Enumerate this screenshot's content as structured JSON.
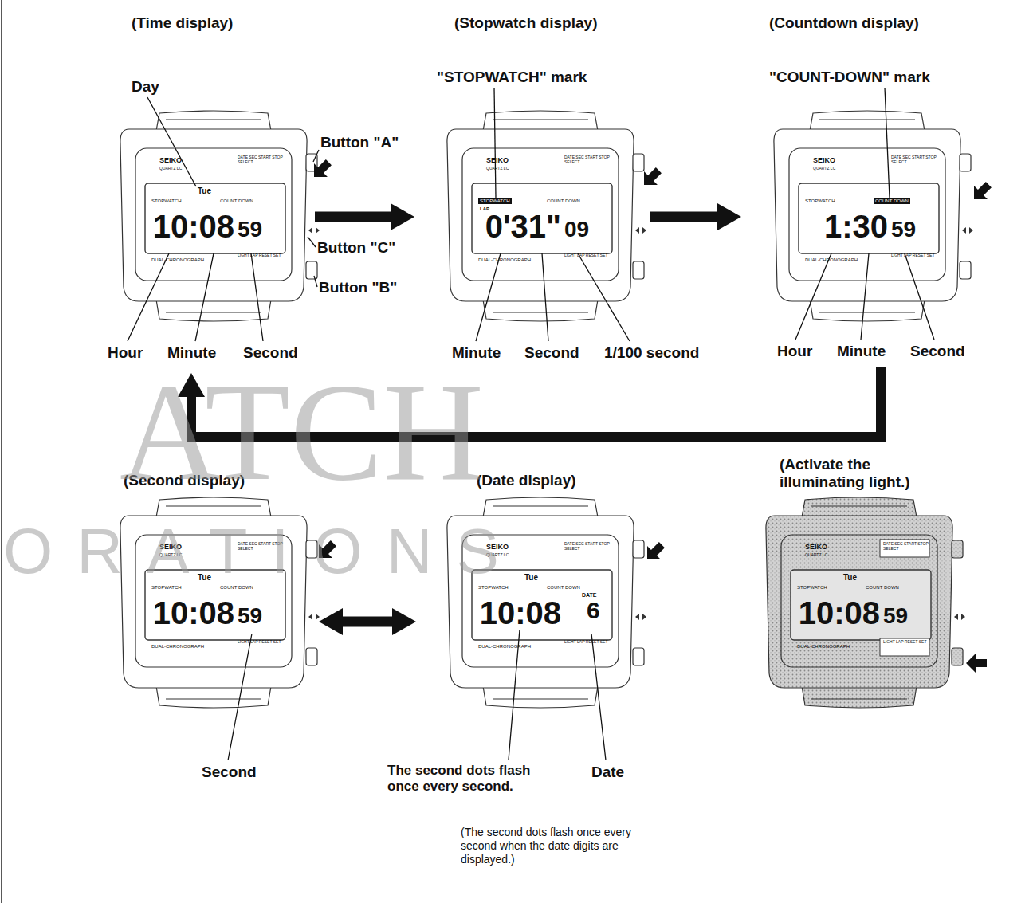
{
  "diagram": {
    "nodes": [
      {
        "text": [
          "(Time display)",
          "SEIKO",
          "QUARTZ LC",
          "DATE SEC START STOP SELECT",
          "STOPWATCH",
          "COUNT DOWN",
          "DUAL-CHRONOGRAPH",
          "LIGHT LAP RESET SET",
          "Tue",
          "10:08",
          "59"
        ]
      },
      {
        "text": [
          "(Stopwatch display)",
          "SEIKO",
          "QUARTZ LC",
          "DATE SEC START STOP SELECT",
          "STOPWATCH",
          "COUNT DOWN",
          "DUAL-CHRONOGRAPH",
          "LIGHT LAP RESET SET",
          "LAP",
          "0'31\"",
          "09"
        ]
      },
      {
        "text": [
          "(Countdown display)",
          "SEIKO",
          "QUARTZ LC",
          "DATE SEC START STOP SELECT",
          "STOPWATCH",
          "COUNT DOWN",
          "DUAL-CHRONOGRAPH",
          "LIGHT LAP RESET SET",
          "1:30",
          "59"
        ]
      },
      {
        "text": [
          "(Second display)",
          "SEIKO",
          "QUARTZ LC",
          "DATE SEC START STOP SELECT",
          "STOPWATCH",
          "COUNT DOWN",
          "DUAL-CHRONOGRAPH",
          "LIGHT LAP RESET SET",
          "Tue",
          "10:08",
          "59"
        ]
      },
      {
        "text": [
          "(Date display)",
          "SEIKO",
          "QUARTZ LC",
          "DATE SEC START STOP SELECT",
          "STOPWATCH",
          "COUNT DOWN",
          "DUAL-CHRONOGRAPH",
          "LIGHT LAP RESET SET",
          "Tue",
          "10:08",
          "DATE",
          "6"
        ]
      },
      {
        "text": [
          "(Activate the illuminating light.)",
          "SEIKO",
          "QUARTZ LC",
          "DATE SEC START STOP SELECT",
          "STOPWATCH",
          "COUNT DOWN",
          "DUAL-CHRONOGRAPH",
          "LIGHT LAP RESET SET",
          "Tue",
          "10:08",
          "59"
        ]
      }
    ],
    "edges": [
      {
        "from": 0,
        "to": 1,
        "arrow": "to"
      },
      {
        "from": 1,
        "to": 2,
        "arrow": "to"
      },
      {
        "from": 2,
        "to": 0,
        "arrow": "to"
      },
      {
        "from": 3,
        "to": 4,
        "arrow": "both"
      }
    ],
    "labels": [
      "Day",
      "Button \"A\"",
      "Button \"C\"",
      "Button \"B\"",
      "Hour",
      "Minute",
      "Second",
      "\"STOPWATCH\" mark",
      "Minute",
      "Second",
      "1/100 second",
      "\"COUNT-DOWN\" mark",
      "Hour",
      "Minute",
      "Second",
      "Second",
      "The second dots flash once every second.",
      "Date",
      "(The second dots flash once every second when the date digits are displayed.)",
      "ATCH",
      "ORATIONS"
    ]
  }
}
